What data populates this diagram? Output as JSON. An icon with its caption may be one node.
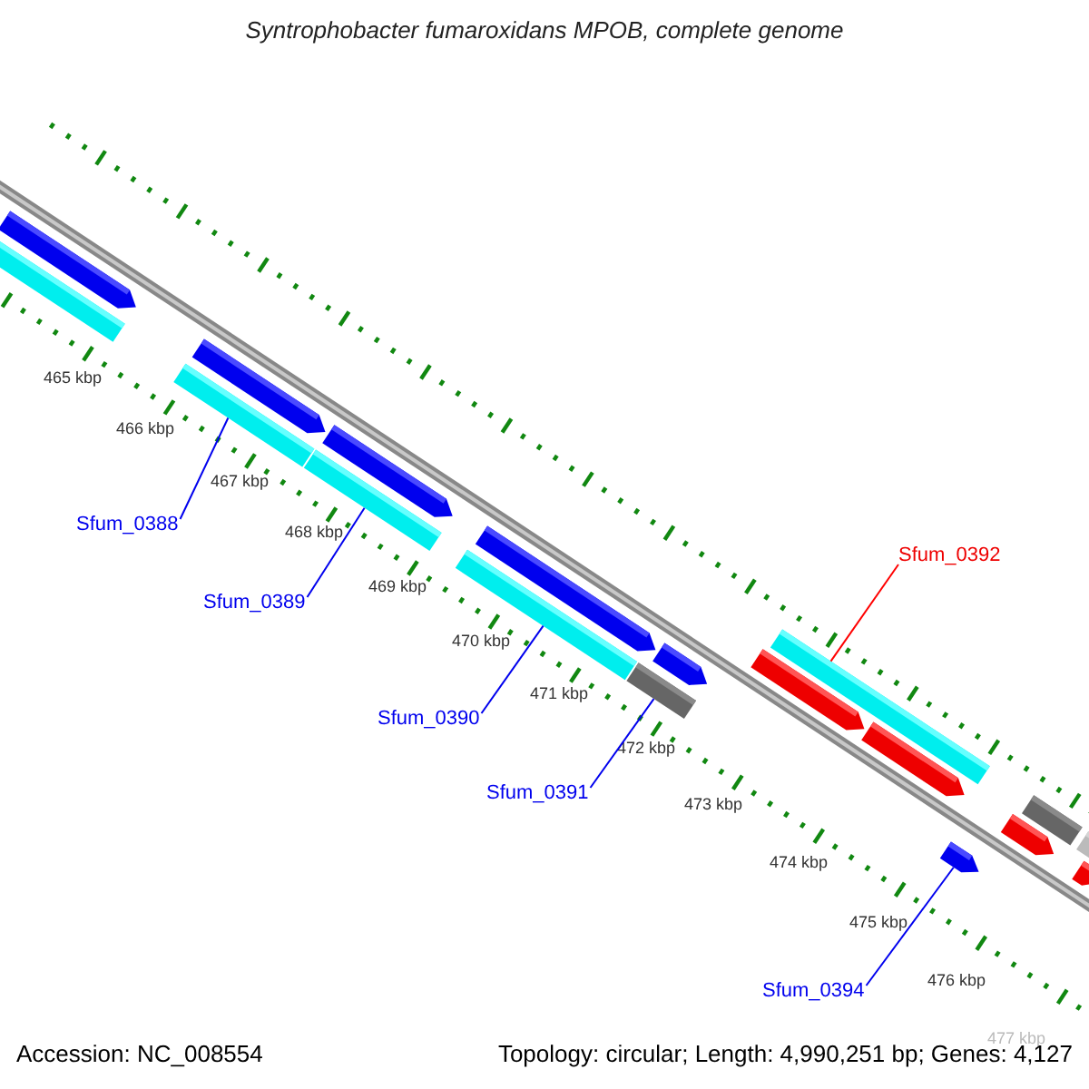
{
  "diagram": {
    "title": "Syntrophobacter fumaroxidans MPOB, complete genome",
    "nodes": [
      {
        "text": [
          "Sfum_0388"
        ]
      },
      {
        "text": [
          "Sfum_0392"
        ]
      },
      {
        "text": [
          "Sfum_0389"
        ]
      },
      {
        "text": [
          "Sfum_0390"
        ]
      },
      {
        "text": [
          "Sfum_0391"
        ]
      },
      {
        "text": [
          "Sfum_0394"
        ]
      },
      {
        "text": [],
        "shape": "arrow"
      },
      {
        "text": [],
        "shape": "bar"
      },
      {
        "text": [],
        "shape": "arrow"
      },
      {
        "text": [],
        "shape": "bar"
      },
      {
        "text": [],
        "shape": "arrow"
      },
      {
        "text": [],
        "shape": "bar"
      },
      {
        "text": [],
        "shape": "arrow"
      },
      {
        "text": [],
        "shape": "bar"
      },
      {
        "text": [],
        "shape": "bar"
      },
      {
        "text": [],
        "shape": "arrow"
      },
      {
        "text": [],
        "shape": "arrow"
      },
      {
        "text": [],
        "shape": "bar"
      },
      {
        "text": [],
        "shape": "arrow"
      },
      {
        "text": [],
        "shape": "arrow"
      },
      {
        "text": [],
        "shape": "arrow"
      },
      {
        "text": [],
        "shape": "bar"
      },
      {
        "text": [],
        "shape": "bar"
      },
      {
        "text": [],
        "shape": "arrow"
      }
    ],
    "edges": [
      {
        "from": 0,
        "to": 9,
        "arrow": "none"
      },
      {
        "from": 1,
        "to": 17,
        "arrow": "none",
        "color": "#ff0000"
      },
      {
        "from": 2,
        "to": 11,
        "arrow": "none"
      },
      {
        "from": 3,
        "to": 13,
        "arrow": "none"
      },
      {
        "from": 4,
        "to": 14,
        "arrow": "none"
      },
      {
        "from": 5,
        "to": 19,
        "arrow": "none"
      }
    ],
    "labels": [
      "465 kbp",
      "466 kbp",
      "467 kbp",
      "468 kbp",
      "469 kbp",
      "470 kbp",
      "471 kbp",
      "472 kbp",
      "473 kbp",
      "474 kbp",
      "475 kbp",
      "476 kbp",
      "477 kbp",
      "Accession: NC_008554",
      "Topology: circular; Length: 4,990,251 bp; Genes: 4,127"
    ]
  }
}
